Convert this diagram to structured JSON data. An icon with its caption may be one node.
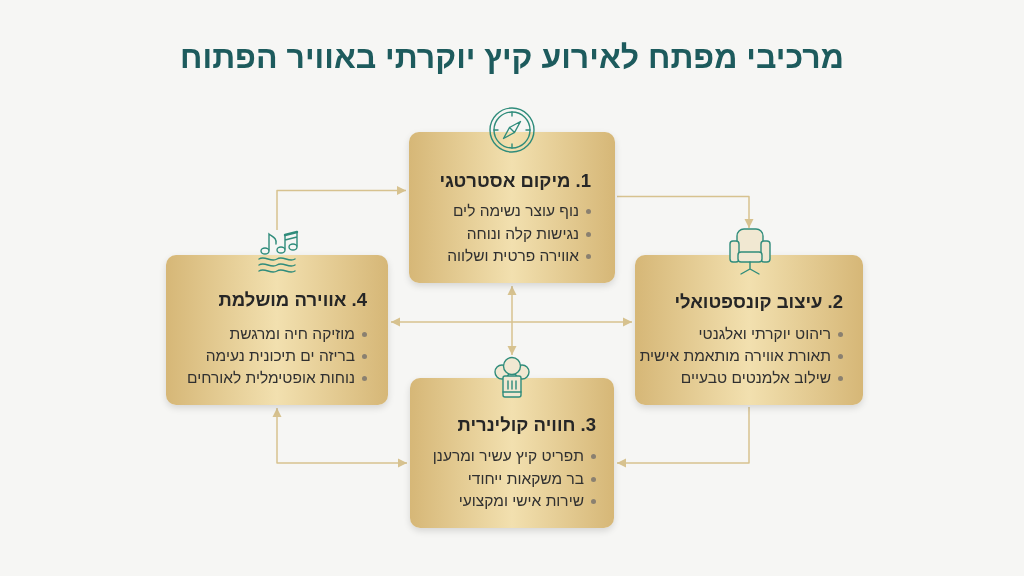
{
  "diagram": {
    "title": "מרכיבי מפתח לאירוע קיץ יוקרתי באוויר הפתוח",
    "nodes": [
      {
        "text": [
          "1. מיקום אסטרטגי",
          "נוף עוצר נשימה לים",
          "נגישות קלה ונוחה",
          "אווירה פרטית ושלווה"
        ]
      },
      {
        "text": [
          "2. עיצוב קונספטואלי",
          "ריהוט יוקרתי ואלגנטי",
          "תאורת אווירה מותאמת אישית",
          "שילוב אלמנטים טבעיים"
        ]
      },
      {
        "text": [
          "3. חוויה קולינרית",
          "תפריט קיץ עשיר ומרענן",
          "בר משקאות ייחודי",
          "שירות אישי ומקצועי"
        ]
      },
      {
        "text": [
          "4. אווירה מושלמת",
          "מוזיקה חיה ומרגשת",
          "בריזה ים תיכונית נעימה",
          "נוחות אופטימלית לאורחים"
        ]
      }
    ],
    "edges": [
      {
        "from": 3,
        "to": 0,
        "arrow": "to"
      },
      {
        "from": 0,
        "to": 1,
        "arrow": "to"
      },
      {
        "from": 1,
        "to": 2,
        "arrow": "to"
      },
      {
        "from": 2,
        "to": 3,
        "arrow": "both"
      },
      {
        "from": 3,
        "to": 1,
        "arrow": "both"
      },
      {
        "from": 0,
        "to": 2,
        "arrow": "both"
      }
    ]
  }
}
